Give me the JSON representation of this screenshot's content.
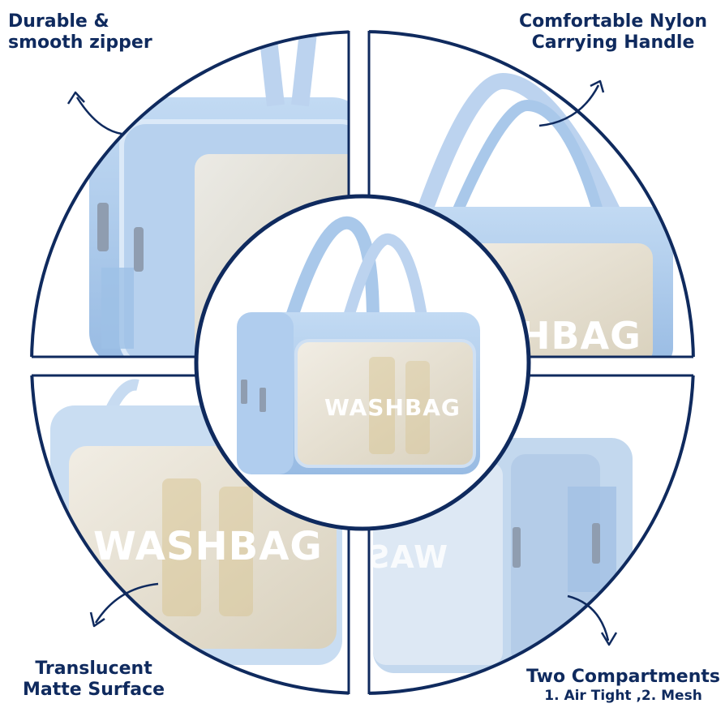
{
  "features": {
    "top_left": {
      "lines": [
        "Durable &",
        "smooth zipper"
      ]
    },
    "top_right": {
      "lines": [
        "Comfortable Nylon",
        "Carrying Handle"
      ]
    },
    "bottom_left": {
      "lines": [
        "Translucent",
        "Matte Surface"
      ]
    },
    "bottom_right": {
      "lines": [
        "Two Compartments",
        "1. Air Tight ,2. Mesh"
      ]
    }
  },
  "product": {
    "brand_text": "WASHBAG",
    "brand_text_partial_tr": "HBAG",
    "brand_text_mirrored_br": "WAS"
  },
  "colors": {
    "bag_blue": "#a9c8ea",
    "bag_blue_dark": "#7ea6d6",
    "frame_navy": "#0f2a5e",
    "window_beige": "#e8e2d4"
  }
}
